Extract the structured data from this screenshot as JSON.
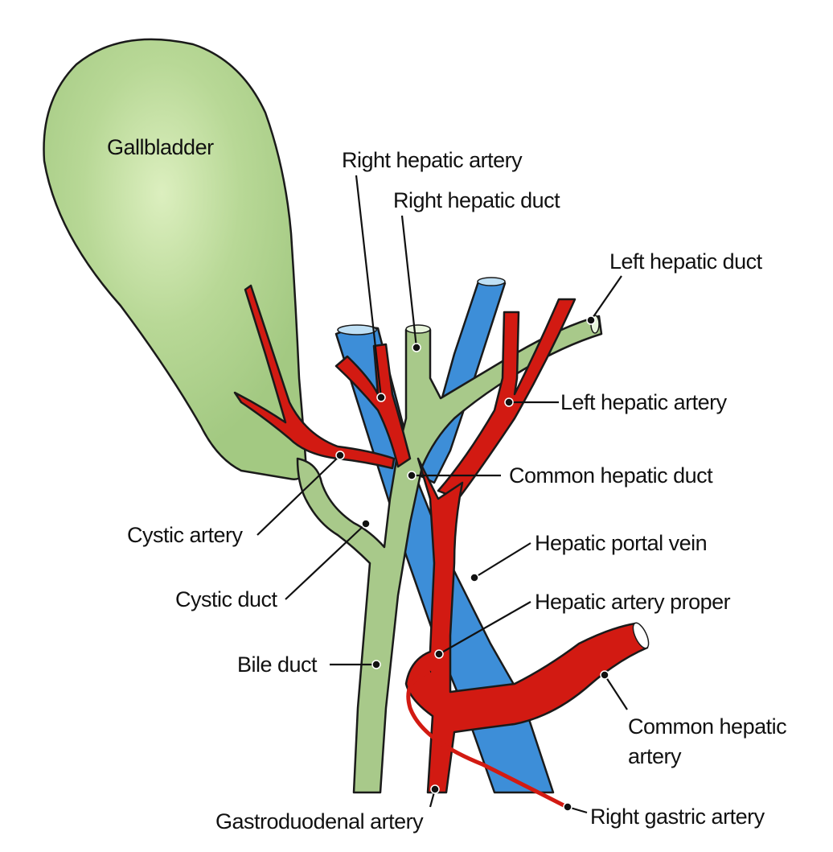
{
  "figure": {
    "title": "Gallbladder, biliary ducts and hepatic arteries",
    "colors": {
      "bile_structures": "#a8c98a",
      "gallbladder": "#a6cc85",
      "arteries": "#d21a12",
      "portal_vein": "#3d8ed8",
      "outline": "#1a1a1a",
      "label_text": "#111111"
    },
    "labels": {
      "gallbladder": "Gallbladder",
      "right_hepatic_artery": "Right hepatic artery",
      "right_hepatic_duct": "Right hepatic duct",
      "left_hepatic_duct": "Left hepatic duct",
      "left_hepatic_artery": "Left hepatic artery",
      "common_hepatic_duct": "Common hepatic duct",
      "cystic_artery": "Cystic artery",
      "hepatic_portal_vein": "Hepatic portal vein",
      "cystic_duct": "Cystic duct",
      "hepatic_artery_proper": "Hepatic artery proper",
      "bile_duct": "Bile duct",
      "common_hepatic_artery_line1": "Common hepatic",
      "common_hepatic_artery_line2": "artery",
      "gastroduodenal_artery": "Gastroduodenal artery",
      "right_gastric_artery": "Right gastric artery"
    }
  }
}
